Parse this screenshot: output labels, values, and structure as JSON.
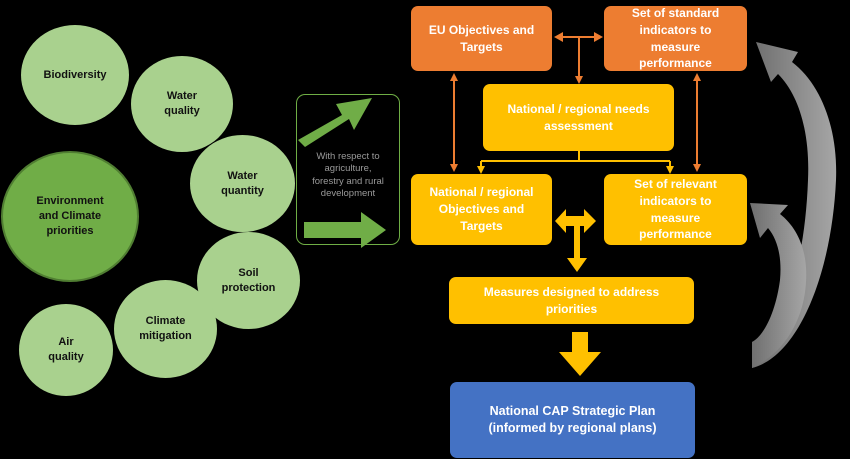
{
  "themes": {
    "biodiversity": "Biodiversity",
    "water_quality": "Water\nquality",
    "water_quantity": "Water\nquantity",
    "center": "Environment\nand Climate\npriorities",
    "soil": "Soil\nprotection",
    "climate": "Climate\nmitigation",
    "air": "Air\nquality"
  },
  "context_note": "With respect to\nagriculture,\nforestry and rural\ndevelopment",
  "boxes": {
    "eu_objectives": "EU Objectives and\nTargets",
    "standard_indicators": "Set of standard\nindicators to\nmeasure\nperformance",
    "needs_assessment": "National / regional needs\nassessment",
    "national_objectives": "National / regional\nObjectives and\nTargets",
    "relevant_indicators": "Set of relevant\nindicators to\nmeasure\nperformance",
    "measures": "Measures designed to address\npriorities",
    "cap_plan": "National CAP Strategic Plan\n(informed by regional plans)"
  },
  "colors": {
    "light_green": "#a9d18e",
    "dark_green": "#70ad47",
    "orange": "#ed7d31",
    "yellow": "#ffc000",
    "blue": "#4472c4",
    "grey_arrow": "#8c8c8c"
  }
}
